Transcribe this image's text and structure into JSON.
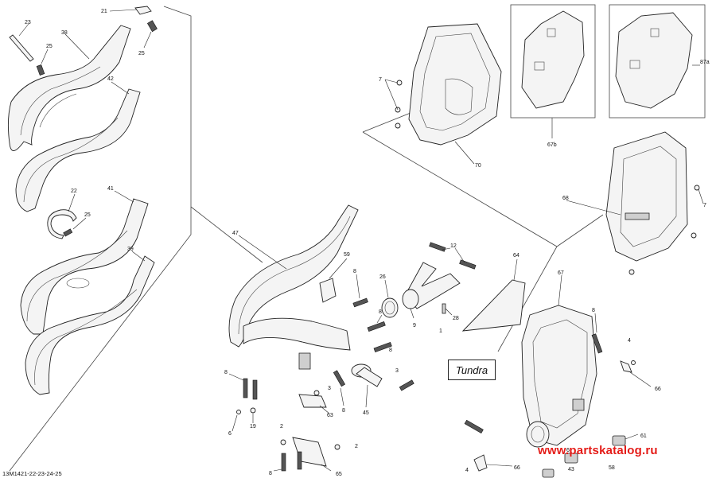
{
  "diagram": {
    "code": "13M1421-22-23-24-25",
    "variant_label": "Tundra",
    "watermark": "www.partskatalog.ru"
  },
  "part_labels": [
    {
      "id": "23",
      "ref": "23"
    },
    {
      "id": "38",
      "ref": "38"
    },
    {
      "id": "25a",
      "ref": "25"
    },
    {
      "id": "21",
      "ref": "21"
    },
    {
      "id": "25b",
      "ref": "25"
    },
    {
      "id": "42",
      "ref": "42"
    },
    {
      "id": "22",
      "ref": "22"
    },
    {
      "id": "25c",
      "ref": "25"
    },
    {
      "id": "41",
      "ref": "41"
    },
    {
      "id": "39",
      "ref": "39"
    },
    {
      "id": "47",
      "ref": "47"
    },
    {
      "id": "59",
      "ref": "59"
    },
    {
      "id": "12",
      "ref": "12"
    },
    {
      "id": "64",
      "ref": "64"
    },
    {
      "id": "26",
      "ref": "26"
    },
    {
      "id": "8a",
      "ref": "8"
    },
    {
      "id": "9",
      "ref": "9"
    },
    {
      "id": "1",
      "ref": "1"
    },
    {
      "id": "28",
      "ref": "28"
    },
    {
      "id": "8b",
      "ref": "8"
    },
    {
      "id": "3a",
      "ref": "3"
    },
    {
      "id": "8c",
      "ref": "8"
    },
    {
      "id": "45",
      "ref": "45"
    },
    {
      "id": "8d",
      "ref": "8"
    },
    {
      "id": "8e",
      "ref": "8"
    },
    {
      "id": "3b",
      "ref": "3"
    },
    {
      "id": "63",
      "ref": "63"
    },
    {
      "id": "6a",
      "ref": "6"
    },
    {
      "id": "19",
      "ref": "19"
    },
    {
      "id": "2a",
      "ref": "2"
    },
    {
      "id": "2b",
      "ref": "2"
    },
    {
      "id": "8f",
      "ref": "8"
    },
    {
      "id": "65",
      "ref": "65"
    },
    {
      "id": "7a",
      "ref": "7"
    },
    {
      "id": "70",
      "ref": "70"
    },
    {
      "id": "67b",
      "ref": "67b"
    },
    {
      "id": "87a",
      "ref": "87a"
    },
    {
      "id": "68",
      "ref": "68"
    },
    {
      "id": "7b",
      "ref": "7"
    },
    {
      "id": "67",
      "ref": "67"
    },
    {
      "id": "8g",
      "ref": "8"
    },
    {
      "id": "4a",
      "ref": "4"
    },
    {
      "id": "66a",
      "ref": "66"
    },
    {
      "id": "61",
      "ref": "61"
    },
    {
      "id": "4b",
      "ref": "4"
    },
    {
      "id": "66b",
      "ref": "66"
    },
    {
      "id": "58",
      "ref": "58"
    },
    {
      "id": "43",
      "ref": "43"
    },
    {
      "id": "6b",
      "ref": "6"
    }
  ]
}
